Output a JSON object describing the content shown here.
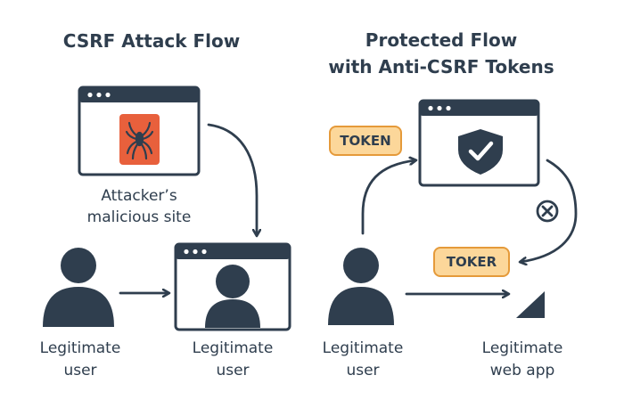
{
  "left": {
    "title": "CSRF Attack Flow",
    "attacker_label_line1": "Attacker’s",
    "attacker_label_line2": "malicious site",
    "user_label_line1": "Legitimate",
    "user_label_line2": "user",
    "victim_label_line1": "Legitimate",
    "victim_label_line2": "user"
  },
  "right": {
    "title_line1": "Protected Flow",
    "title_line2": "with Anti-CSRF Tokens",
    "token_top": "TOKEN",
    "token_bottom": "TOKER",
    "user_label_line1": "Legitimate",
    "user_label_line2": "user",
    "app_label_line1": "Legitimate",
    "app_label_line2": "web app"
  },
  "colors": {
    "dark": "#2f3e4e",
    "accent_orange": "#e8603c",
    "token_fill": "#fcd79a",
    "token_border": "#e59a3a"
  },
  "icons": [
    "browser-window-icon",
    "spider-icon",
    "user-icon",
    "shield-check-icon",
    "blocked-x-icon",
    "play-triangle-icon"
  ]
}
